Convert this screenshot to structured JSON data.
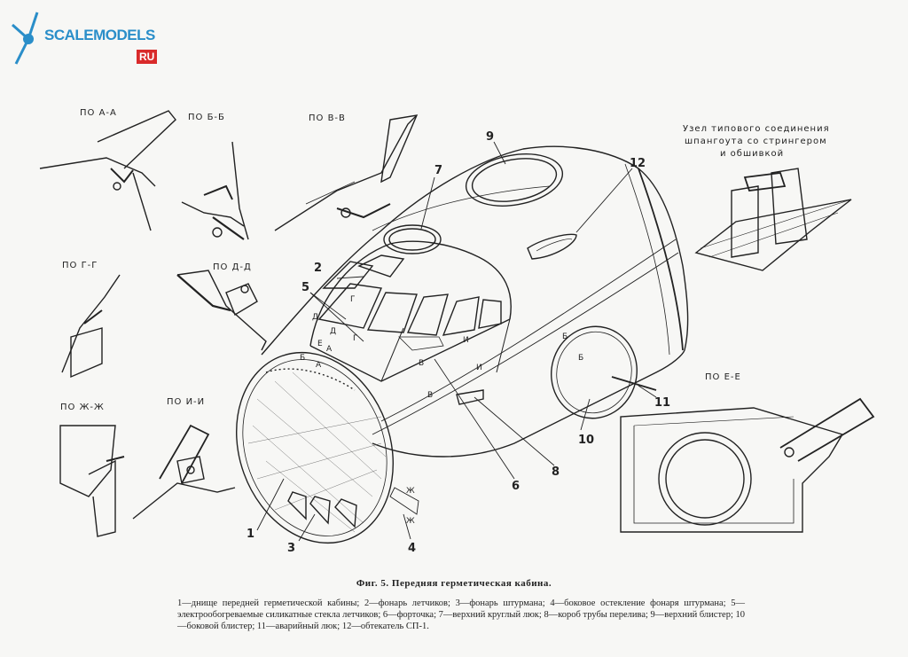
{
  "logo": {
    "text": "SCALEMODELS",
    "suffix": "RU"
  },
  "sections": {
    "aa": "ПО А-А",
    "bb": "ПО Б-Б",
    "vv": "ПО В-В",
    "gg": "ПО Г-Г",
    "dd": "ПО Д-Д",
    "zhzh": "ПО Ж-Ж",
    "ii": "ПО И-И",
    "ee": "ПО Е-Е"
  },
  "detail_note": {
    "line1": "Узел типового соединения",
    "line2": "шпангоута со стрингером",
    "line3": "и обшивкой"
  },
  "callouts": [
    "1",
    "2",
    "3",
    "4",
    "5",
    "6",
    "7",
    "8",
    "9",
    "10",
    "11",
    "12"
  ],
  "cut_letters": {
    "a": "А",
    "b": "Б",
    "v": "В",
    "g": "Г",
    "d": "Д",
    "e": "Е",
    "zh": "Ж",
    "i": "И"
  },
  "caption": {
    "title": "Фиг. 5. Передняя герметическая кабина.",
    "legend": "1—днище передней герметической кабины; 2—фонарь летчиков; 3—фонарь штурмана; 4—боковое остекление фонаря штурмана; 5—электрообогреваемые силикатные стекла летчиков; 6—форточка; 7—верхний круглый люк; 8—короб трубы перелива; 9—верхний блистер; 10—боковой блистер; 11—аварийный люк; 12—обтекатель СП-1."
  },
  "colors": {
    "paper": "#f7f7f5",
    "ink": "#222222",
    "logo_blue": "#2a8ec9",
    "logo_red": "#d92a2a"
  }
}
